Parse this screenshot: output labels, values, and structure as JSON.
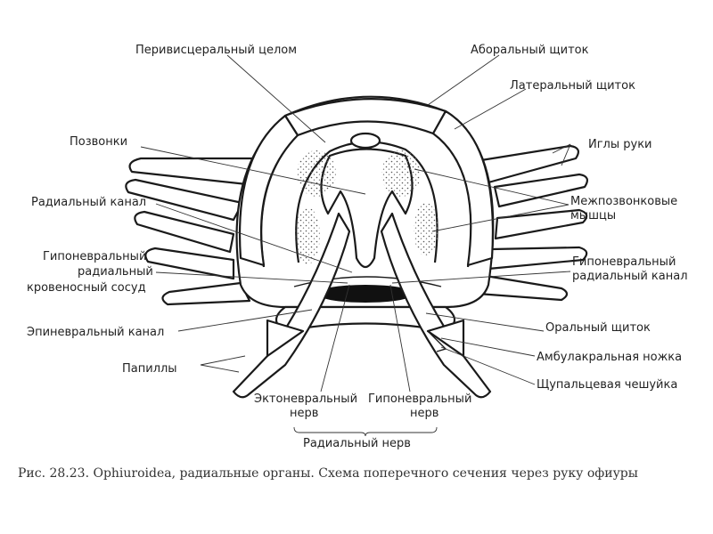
{
  "labels": {
    "perivisceral": "Перивисцеральный целом",
    "aboral": "Аборальный щиток",
    "lateral": "Латеральный щиток",
    "vertebrae": "Позвонки",
    "spines": "Иглы руки",
    "intervertebral_1": "Межпозвонковые",
    "intervertebral_2": "мышцы",
    "radial_canal": "Радиальный канал",
    "hyponeural_vessel_1": "Гипоневральный",
    "hyponeural_vessel_2": "радиальный",
    "hyponeural_vessel_3": "кровеносный сосуд",
    "hyponeural_canal_1": "Гипоневральный",
    "hyponeural_canal_2": "радиальный канал",
    "epineural": "Эпиневральный канал",
    "oral": "Оральный щиток",
    "papillae": "Папиллы",
    "ambulacral": "Амбулакральная ножка",
    "tentacle_scale": "Щупальцевая чешуйка",
    "ectoneural_1": "Эктоневральный",
    "ectoneural_2": "нерв",
    "hyponeural_nerve_1": "Гипоневральный",
    "hyponeural_nerve_2": "нерв",
    "radial_nerve": "Радиальный нерв"
  },
  "caption": "Рис. 28.23. Ophiuroidea, радиальные органы. Схема поперечного сечения через руку офиуры"
}
